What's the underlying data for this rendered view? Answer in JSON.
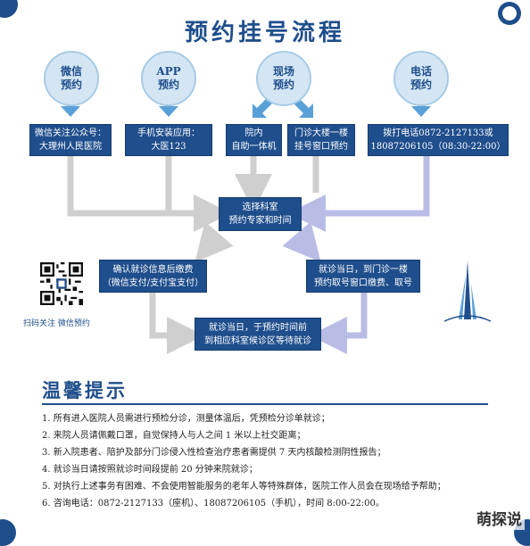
{
  "title": "预约挂号流程",
  "channels": [
    {
      "label": "微信\n预约"
    },
    {
      "label": "APP\n预约"
    },
    {
      "label": "现场\n预约"
    },
    {
      "label": "电话\n预约"
    }
  ],
  "steps": {
    "wechat": "微信关注公众号：\n大理州人民医院",
    "app": "手机安装应用：\n大医123",
    "kiosk": "院内\n自助一体机",
    "window": "门诊大楼一楼\n挂号窗口预约",
    "phone": "拨打电话0872-2127133或\n18087206105（08:30-22:00）",
    "select": "选择科室\n预约专家和时间",
    "confirm_pay": "确认就诊信息后缴费\n（微信支付/支付宝支付）",
    "visit_day_window": "就诊当日，到门诊一楼\n预约取号窗口缴费、取号",
    "final": "就诊当日，于预约时间前\n到相应科室候诊区等待就诊"
  },
  "qr_caption": "扫码关注  微信预约",
  "tips_title": "温馨提示",
  "tips": [
    "1. 所有进入医院人员需进行预检分诊，测量体温后，凭预检分诊单就诊；",
    "2. 来院人员请佩戴口罩，自觉保持人与人之间 1 米以上社交距离；",
    "3. 新入院患者、陪护及部分门诊侵入性检查治疗患者需提供 7 天内核酸检测阴性报告；",
    "4. 就诊当日请按照就诊时间段提前 20 分钟来院就诊；",
    "5. 对执行上述事务有困难、不会使用智能服务的老年人等特殊群体，医院工作人员会在现场给予帮助；",
    "6. 咨询电话：0872-2127133（座机）、18087206105（手机），时间 8:00-22:00。"
  ],
  "watermark": "萌探说",
  "colors": {
    "primary": "#1f4e8c",
    "circle_fill": "#d4e6f4",
    "arrow_blue": "#5aa0d8",
    "arrow_lavender": "#b9bde6",
    "arrow_gray": "#cfcfcf"
  },
  "icons": {
    "qr": "qr-code-icon",
    "logo": "hospital-logo-icon"
  }
}
